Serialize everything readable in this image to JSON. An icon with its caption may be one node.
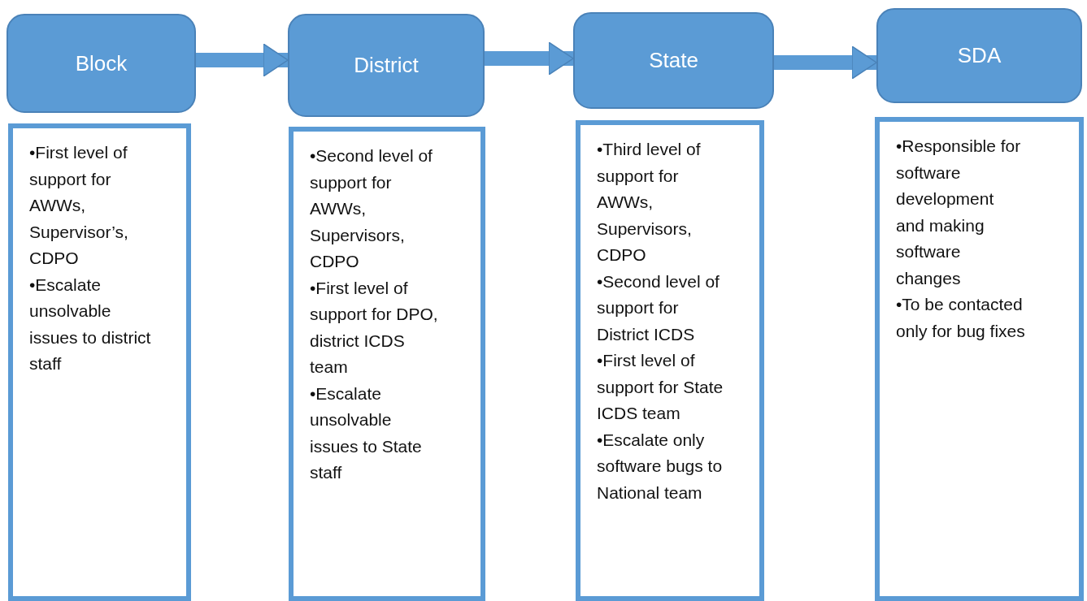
{
  "diagram": {
    "nodes": [
      {
        "text": [
          "Block"
        ]
      },
      {
        "text": [
          "District"
        ]
      },
      {
        "text": [
          "State"
        ]
      },
      {
        "text": [
          "SDA"
        ]
      },
      {
        "text": [
          "•First level of support for AWWs, Supervisor’s, CDPO",
          "•Escalate unsolvable issues to district staff"
        ]
      },
      {
        "text": [
          "•Second level of support for AWWs, Supervisors, CDPO",
          "•First level of support for DPO, district ICDS team",
          "•Escalate unsolvable issues to State staff"
        ]
      },
      {
        "text": [
          "•Third level of support for AWWs, Supervisors, CDPO",
          "•Second level of support for District ICDS",
          "•First level of support for State ICDS team",
          "•Escalate only software bugs to National team"
        ]
      },
      {
        "text": [
          "•Responsible for software development and making software changes",
          "•To be contacted only for bug fixes"
        ]
      }
    ],
    "edges": [
      {
        "from": 0,
        "to": 1,
        "arrow": "to"
      },
      {
        "from": 1,
        "to": 2,
        "arrow": "to"
      },
      {
        "from": 2,
        "to": 3,
        "arrow": "to"
      }
    ]
  }
}
